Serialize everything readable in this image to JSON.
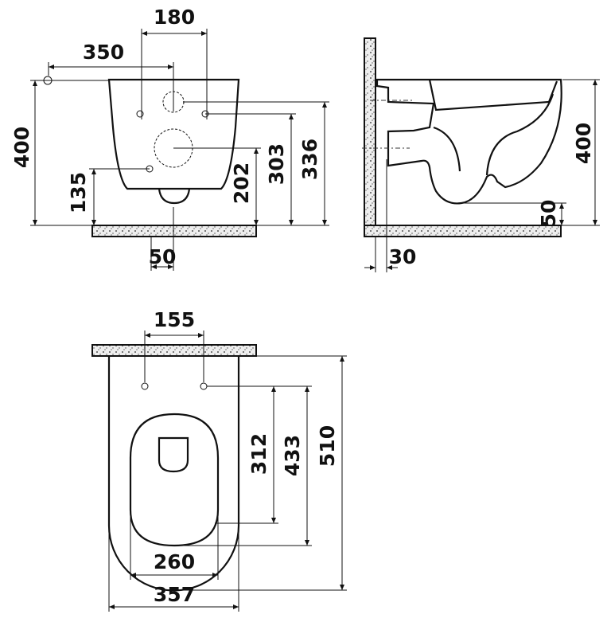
{
  "drawing": {
    "front_view": {
      "d_180": "180",
      "d_350": "350",
      "d_400": "400",
      "d_135": "135",
      "d_202": "202",
      "d_303": "303",
      "d_336": "336",
      "d_50": "50"
    },
    "side_view": {
      "d_400": "400",
      "d_50": "50",
      "d_30": "30"
    },
    "top_view": {
      "d_155": "155",
      "d_312": "312",
      "d_433": "433",
      "d_510": "510",
      "d_260": "260",
      "d_357": "357"
    }
  }
}
